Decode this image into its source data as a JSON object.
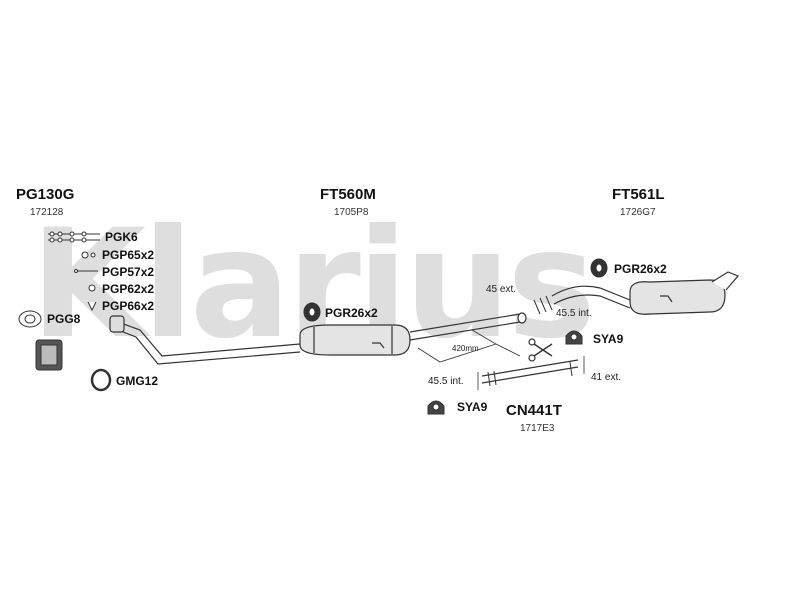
{
  "watermark": "Klarius",
  "groups": [
    {
      "part": "PG130G",
      "code": "172128"
    },
    {
      "part": "FT560M",
      "code": "1705P8"
    },
    {
      "part": "FT561L",
      "code": "1726G7"
    },
    {
      "part": "CN441T",
      "code": "1717E3"
    }
  ],
  "fittings": {
    "pgk": "PGK6",
    "pgp65": "PGP65x2",
    "pgp57": "PGP57x2",
    "pgp62": "PGP62x2",
    "pgp66": "PGP66x2",
    "pgg": "PGG8",
    "gmg": "GMG12",
    "pgr_center": "PGR26x2",
    "pgr_right": "PGR26x2",
    "sya_right": "SYA9",
    "sya_bottom": "SYA9"
  },
  "dimensions": {
    "ext45": "45 ext.",
    "int455_top": "45.5 int.",
    "int455_bottom": "45.5 int.",
    "ext41": "41 ext.",
    "len420": "420mm"
  }
}
